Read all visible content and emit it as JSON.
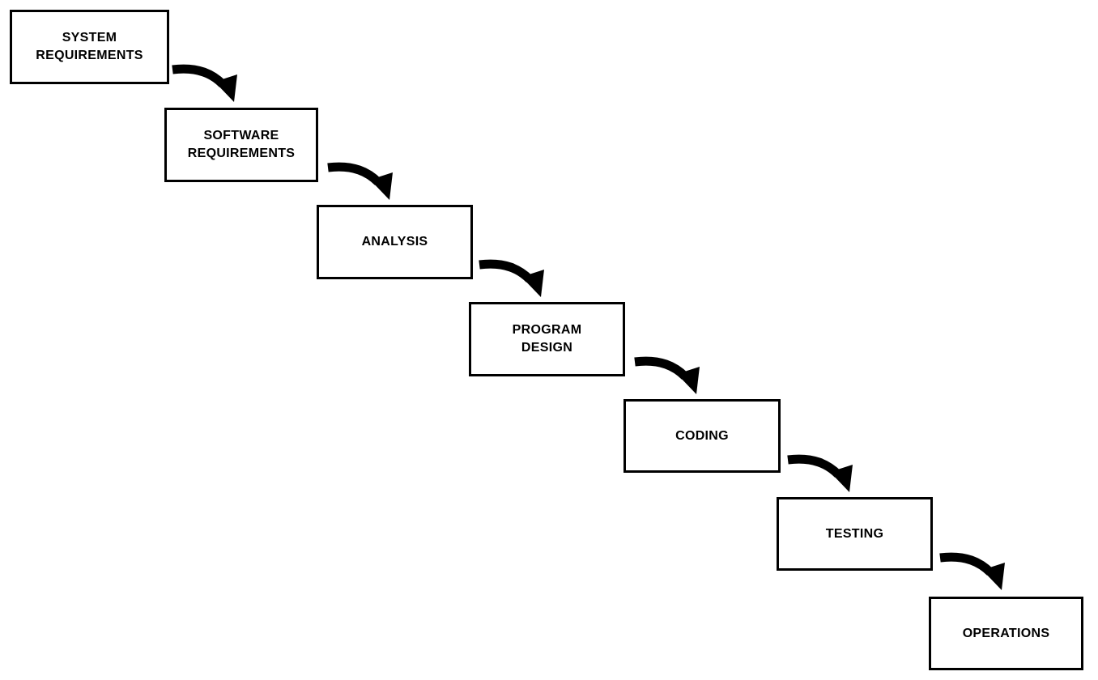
{
  "diagram": {
    "stages": [
      {
        "lines": [
          "SYSTEM",
          "REQUIREMENTS"
        ]
      },
      {
        "lines": [
          "SOFTWARE",
          "REQUIREMENTS"
        ]
      },
      {
        "lines": [
          "ANALYSIS"
        ]
      },
      {
        "lines": [
          "PROGRAM",
          "DESIGN"
        ]
      },
      {
        "lines": [
          "CODING"
        ]
      },
      {
        "lines": [
          "TESTING"
        ]
      },
      {
        "lines": [
          "OPERATIONS"
        ]
      }
    ],
    "colors": {
      "stroke": "#000000",
      "background": "#ffffff"
    }
  }
}
